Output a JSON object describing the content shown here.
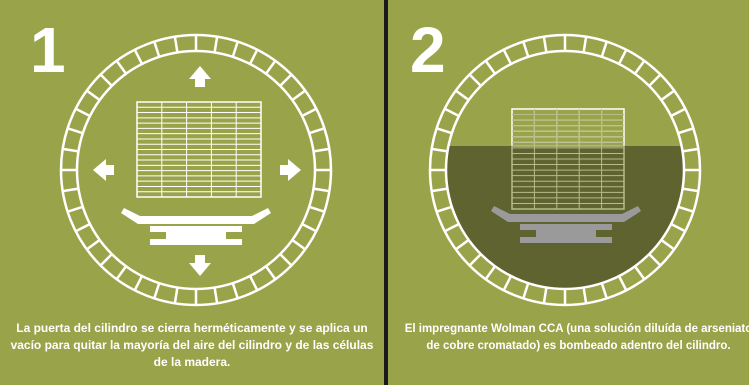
{
  "colors": {
    "background": "#99a44a",
    "divider": "#1a1a1a",
    "line": "#ffffff",
    "liquid": "#5e6330",
    "submerged_wood": "#b6bd88",
    "submerged_cart": "#9a9a9a"
  },
  "panels": [
    {
      "number": "1",
      "caption": "La puerta del cilindro se cierra herméticamente y se aplica un vacío para quitar la mayoría del aire del cilindro y de las células de la madera.",
      "icons": [
        "cylinder-ring-icon",
        "wood-stack-icon",
        "cart-icon",
        "arrow-up-icon",
        "arrow-down-icon",
        "arrow-left-icon",
        "arrow-right-icon"
      ]
    },
    {
      "number": "2",
      "caption": "El impregnante Wolman CCA (una solución diluída de arseniato de cobre cromatado) es bombeado adentro del cilindro.",
      "icons": [
        "cylinder-ring-icon",
        "wood-stack-icon",
        "cart-icon",
        "preservative-liquid-icon"
      ]
    }
  ]
}
